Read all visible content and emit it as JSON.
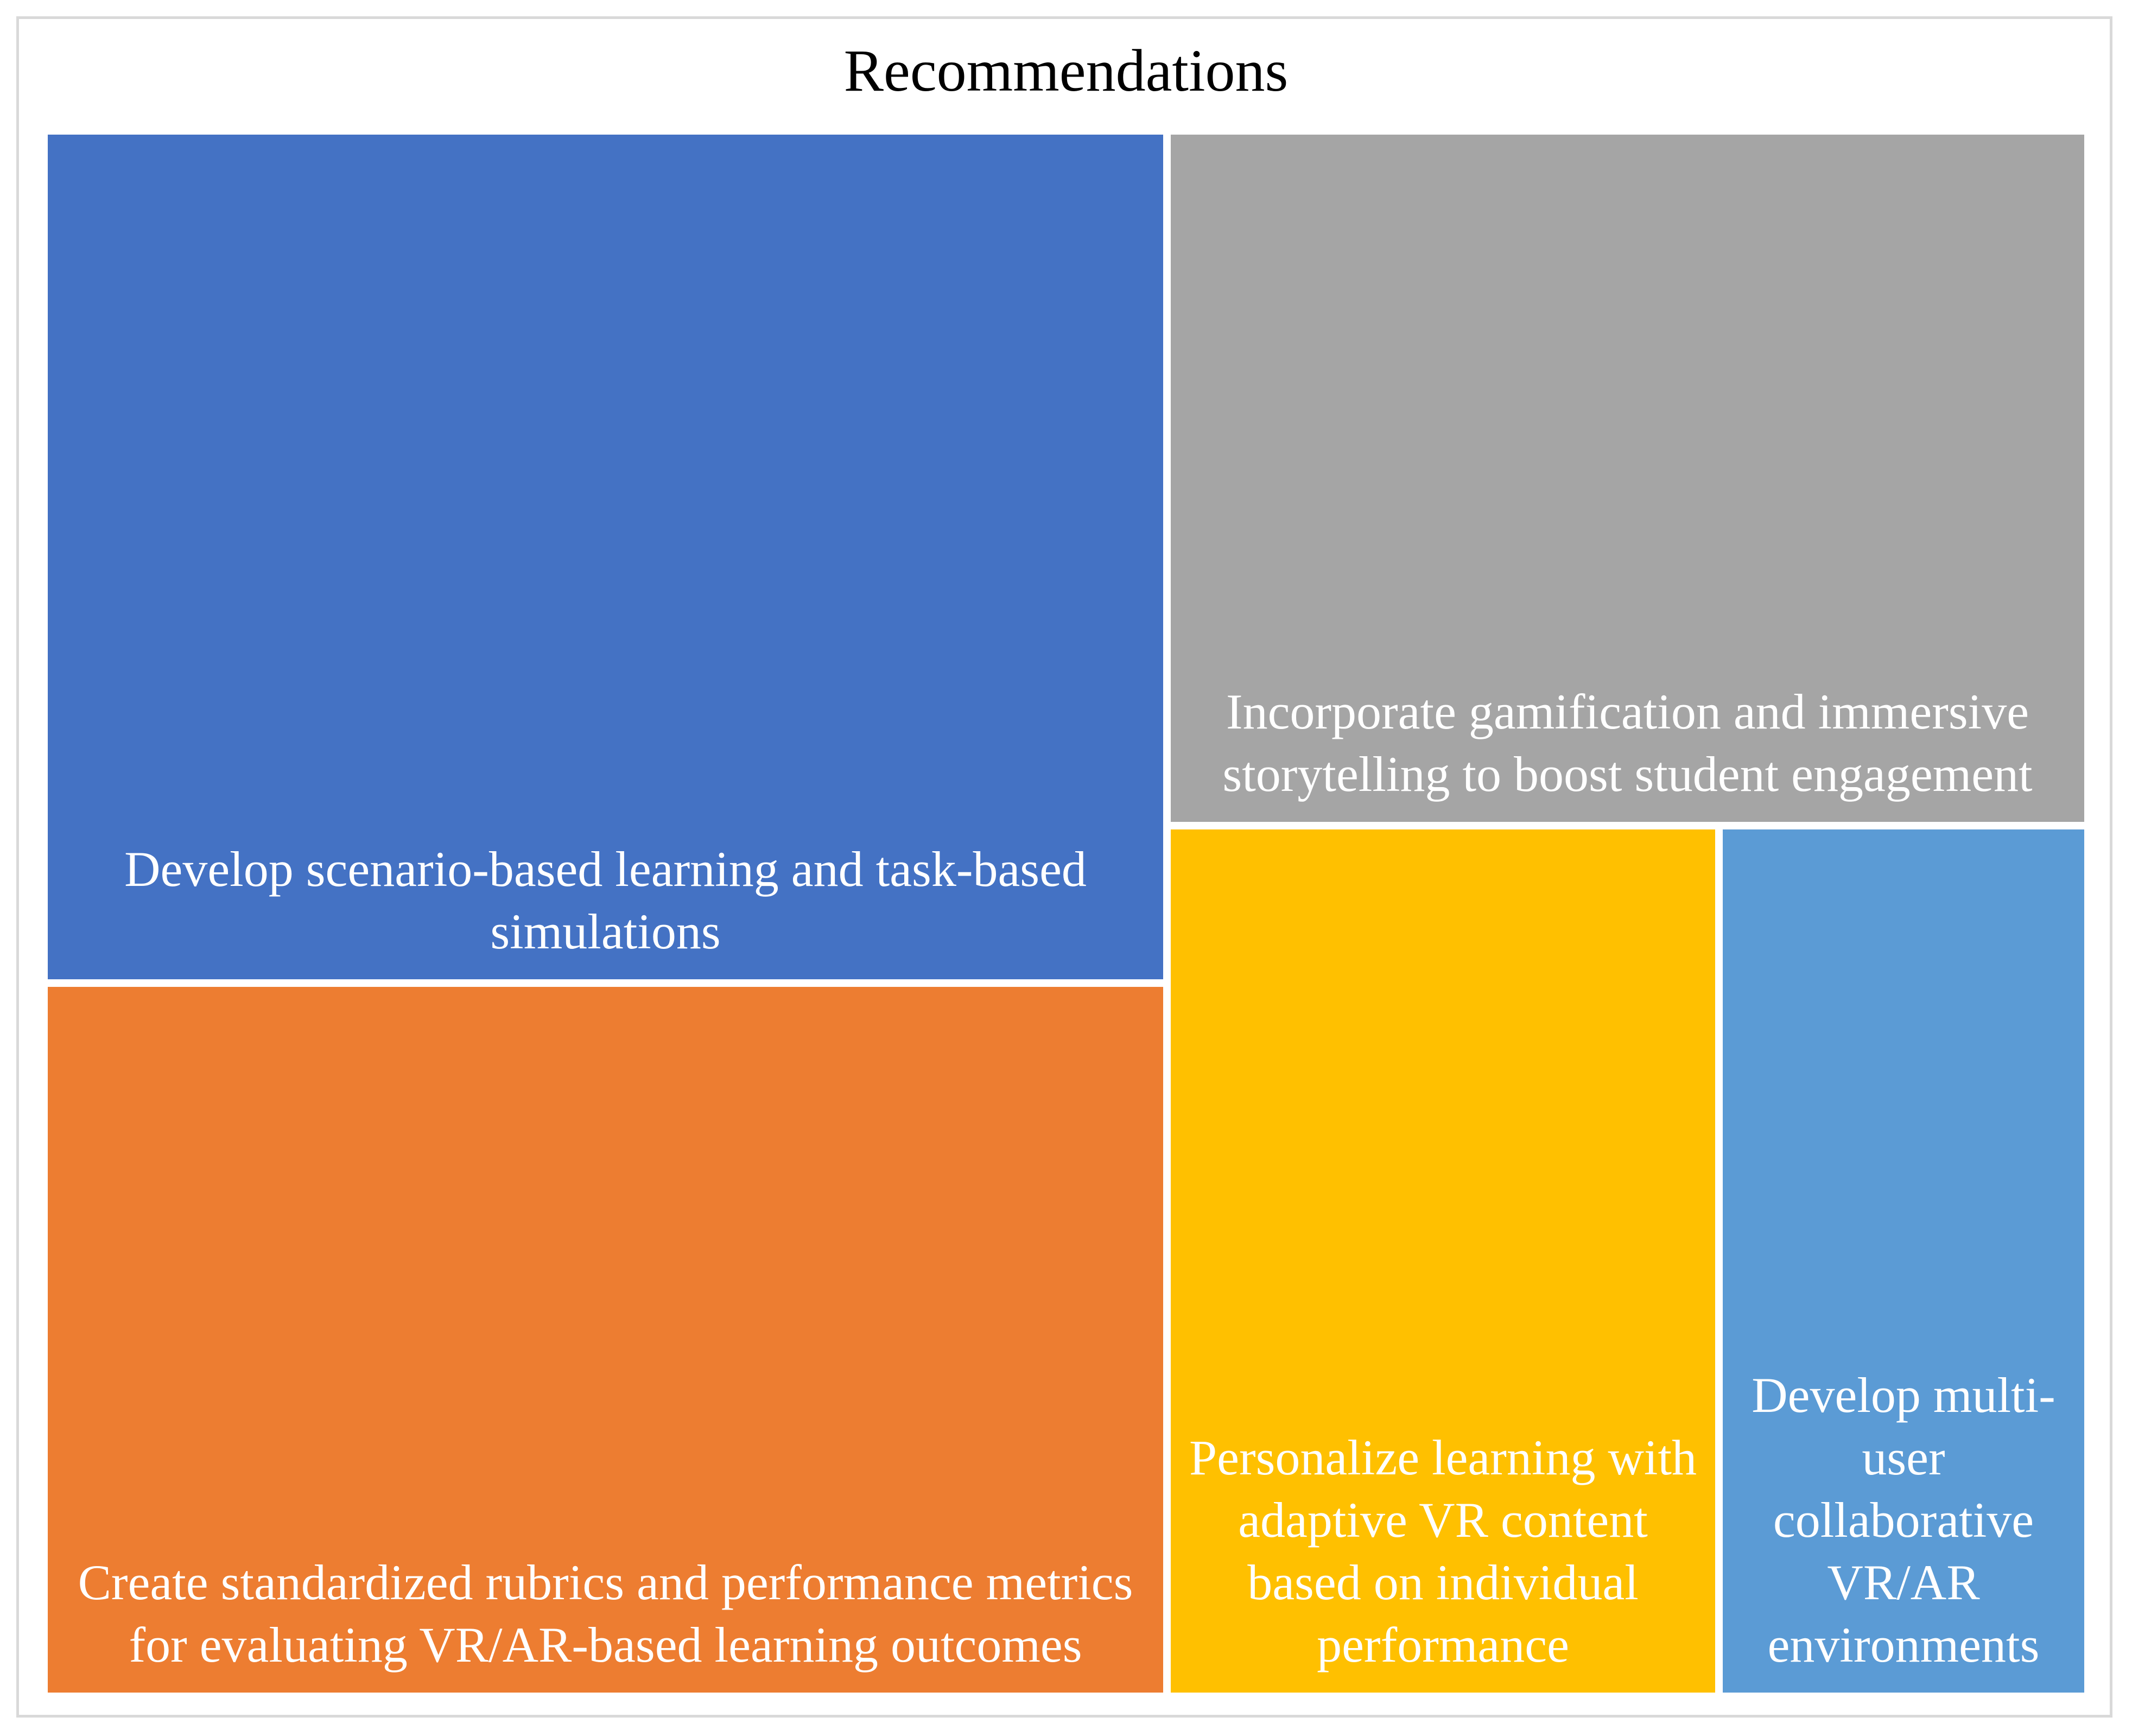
{
  "chart_data": {
    "type": "treemap",
    "title": "Recommendations",
    "series_colors_note": "",
    "items": [
      {
        "label": "Develop scenario-based learning and task-based simulations",
        "color": "#4472c4"
      },
      {
        "label": "Create standardized rubrics and performance metrics for evaluating VR/AR-based learning outcomes",
        "color": "#ed7d31"
      },
      {
        "label": "Incorporate gamification and immersive storytelling to boost student engagement",
        "color": "#a5a5a5"
      },
      {
        "label": "Personalize learning with adaptive VR content based on individual performance",
        "color": "#ffc000"
      },
      {
        "label": "Develop multi-user collaborative VR/AR environments",
        "color": "#5b9bd5"
      }
    ]
  }
}
